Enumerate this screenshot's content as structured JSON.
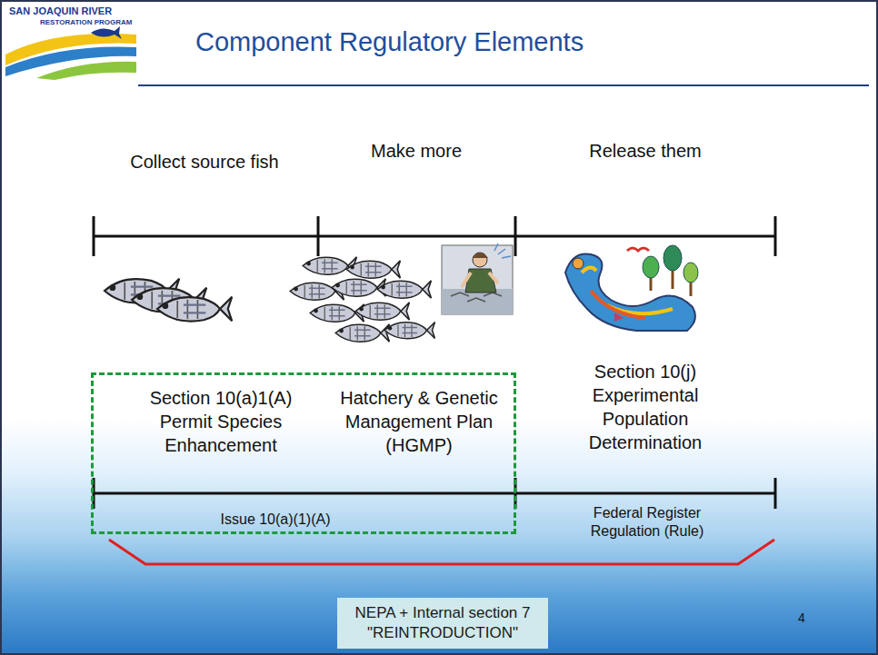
{
  "diagram": {
    "title": "Component Regulatory Elements",
    "nodes": [
      {
        "text": [
          "Section 10(a)1(A) Permit Species Enhancement",
          "Hatchery & Genetic Management Plan (HGMP)",
          "Issue 10(a)(1)(A)"
        ]
      },
      {
        "text": [
          "NEPA + Internal section 7 \"REINTRODUCTION\""
        ]
      }
    ],
    "labels": [
      "SAN JOAQUIN RIVER",
      "RESTORATION PROGRAM",
      "Collect source fish",
      "Make more",
      "Release them",
      "Section 10(j) Experimental Population Determination",
      "Federal Register Regulation (Rule)",
      "4"
    ]
  }
}
